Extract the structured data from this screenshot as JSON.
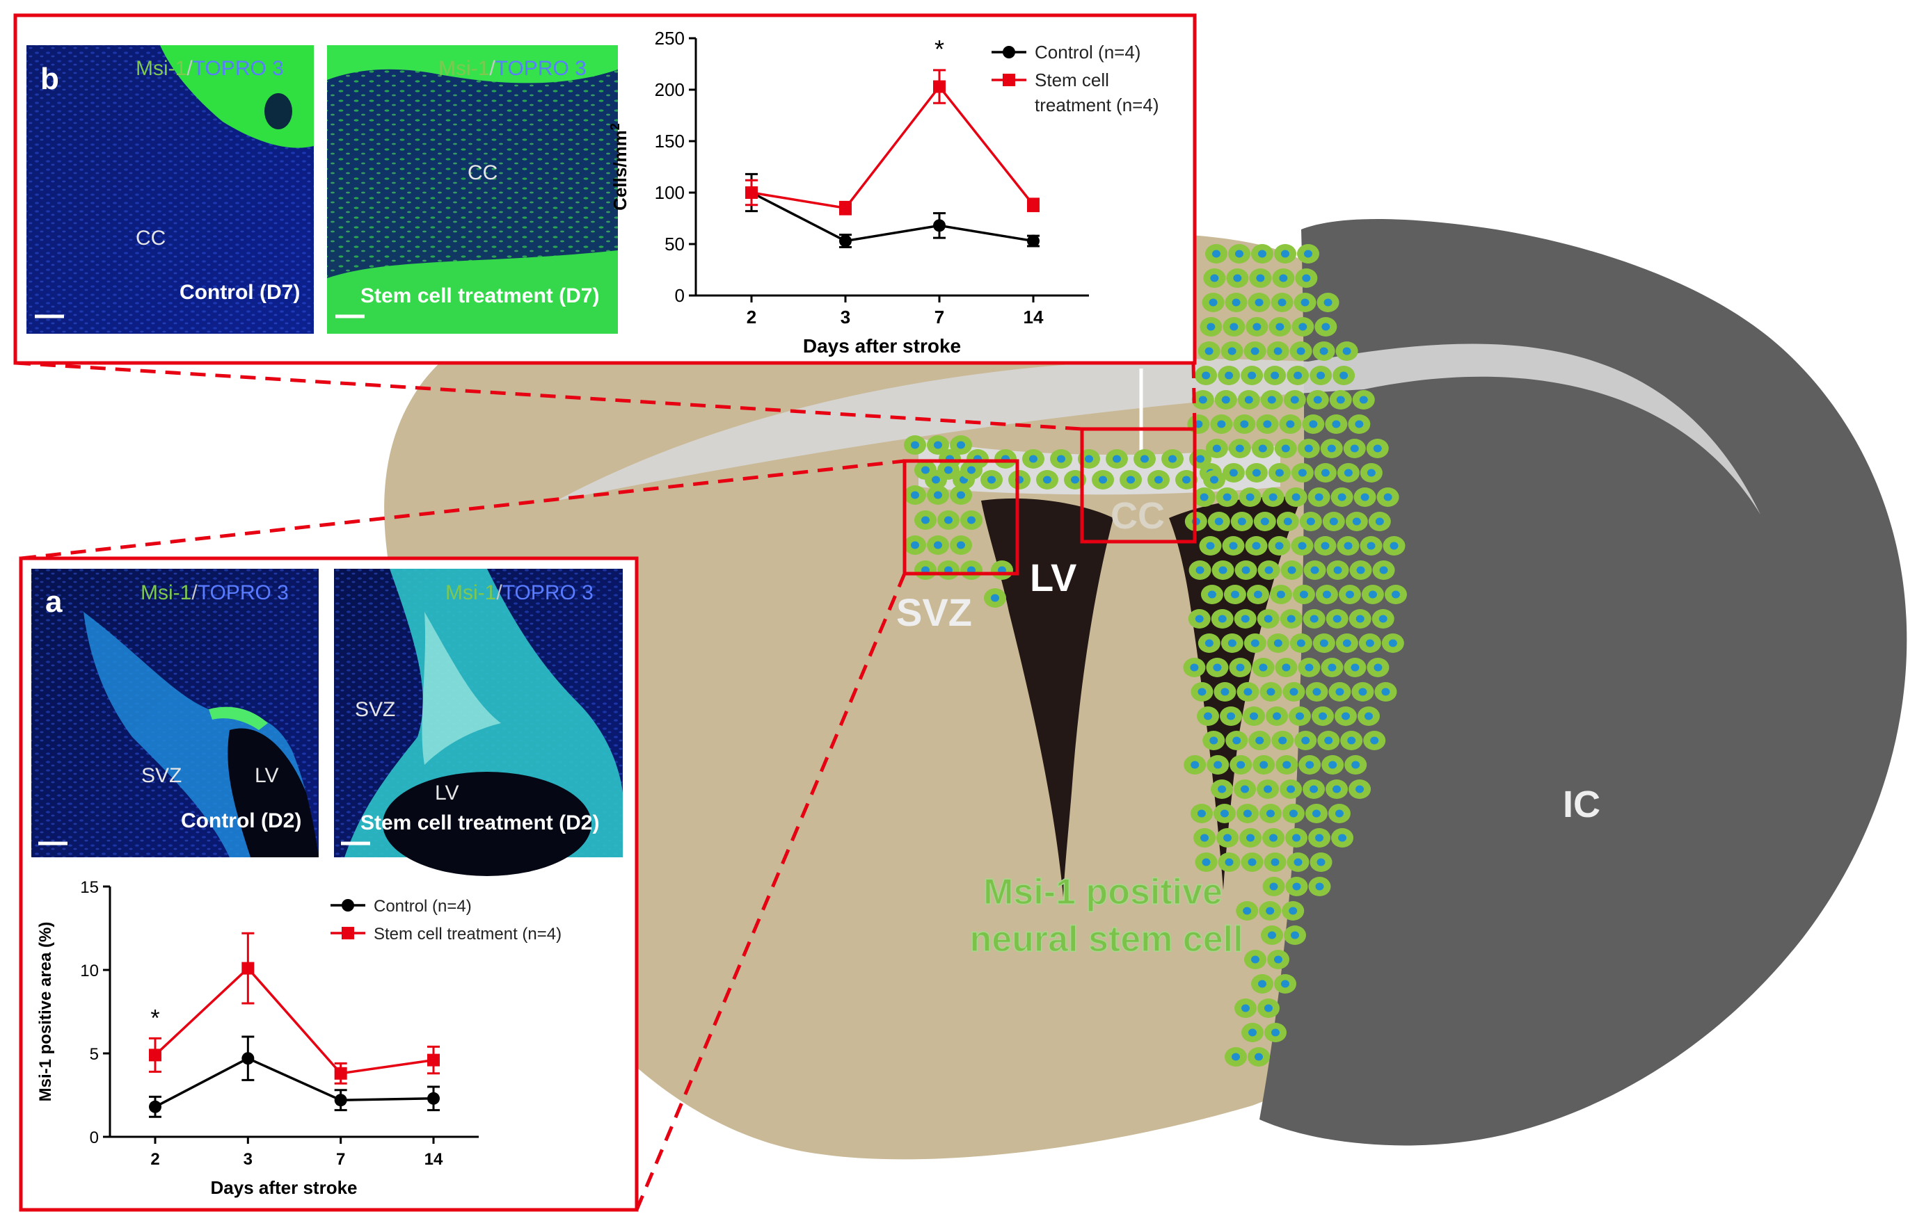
{
  "brain": {
    "labels": {
      "svz": "SVZ",
      "lv": "LV",
      "cc": "CC",
      "ic": "IC",
      "msi_line1": "Msi-1 positive",
      "msi_line2": "neural stem cell"
    },
    "colors": {
      "tissue": "#c9b996",
      "ventricle": "#231815",
      "ic": "#5f5f5f",
      "cell_outer": "#8cc63f",
      "cell_inner": "#1f8fd0",
      "highlight": "#e60012",
      "msi_text": "#7cc24a"
    }
  },
  "panel_b": {
    "letter": "b",
    "images": [
      {
        "stain_green": "Msi-1",
        "stain_sep": "/",
        "stain_blue": "TOPRO 3",
        "region_label": "CC",
        "caption": "Control (D7)"
      },
      {
        "stain_green": "Msi-1",
        "stain_sep": "/",
        "stain_blue": "TOPRO 3",
        "region_label": "CC",
        "caption": "Stem cell treatment (D7)"
      }
    ]
  },
  "panel_a": {
    "letter": "a",
    "images": [
      {
        "stain_green": "Msi-1",
        "stain_sep": "/",
        "stain_blue": "TOPRO 3",
        "region_label_1": "SVZ",
        "region_label_2": "LV",
        "caption": "Control (D2)"
      },
      {
        "stain_green": "Msi-1",
        "stain_sep": "/",
        "stain_blue": "TOPRO 3",
        "region_label_1": "SVZ",
        "region_label_2": "LV",
        "caption": "Stem cell treatment (D2)"
      }
    ]
  },
  "chart_data": [
    {
      "id": "b",
      "type": "line",
      "categories": [
        "2",
        "3",
        "7",
        "14"
      ],
      "ylim": [
        0,
        250
      ],
      "yticks": [
        "0",
        "50",
        "100",
        "150",
        "200",
        "250"
      ],
      "xlabel": "Days after stroke",
      "ylabel": "Cells/mm",
      "ylabel_sup": "2",
      "series": [
        {
          "name": "Control (n=4)",
          "values": [
            100,
            53,
            68,
            53
          ],
          "errors": [
            18,
            6,
            12,
            5
          ],
          "color": "#000000",
          "marker": "circle"
        },
        {
          "name_line1": "Stem cell",
          "name_line2": "treatment (n=4)",
          "values": [
            100,
            85,
            203,
            88
          ],
          "errors": [
            12,
            6,
            16,
            6
          ],
          "color": "#e60012",
          "marker": "square"
        }
      ],
      "annotations": [
        {
          "text": "*",
          "category": "7"
        }
      ]
    },
    {
      "id": "a",
      "type": "line",
      "categories": [
        "2",
        "3",
        "7",
        "14"
      ],
      "ylim": [
        0,
        15
      ],
      "yticks": [
        "0",
        "5",
        "10",
        "15"
      ],
      "xlabel": "Days after stroke",
      "ylabel": "Msi-1 positive area (%)",
      "series": [
        {
          "name": "Control (n=4)",
          "values": [
            1.8,
            4.7,
            2.2,
            2.3
          ],
          "errors": [
            0.6,
            1.3,
            0.6,
            0.7
          ],
          "color": "#000000",
          "marker": "circle"
        },
        {
          "name": "Stem cell treatment (n=4)",
          "values": [
            4.9,
            10.1,
            3.8,
            4.6
          ],
          "errors": [
            1.0,
            2.1,
            0.6,
            0.8
          ],
          "color": "#e60012",
          "marker": "square"
        }
      ],
      "annotations": [
        {
          "text": "*",
          "category": "2"
        }
      ]
    }
  ]
}
